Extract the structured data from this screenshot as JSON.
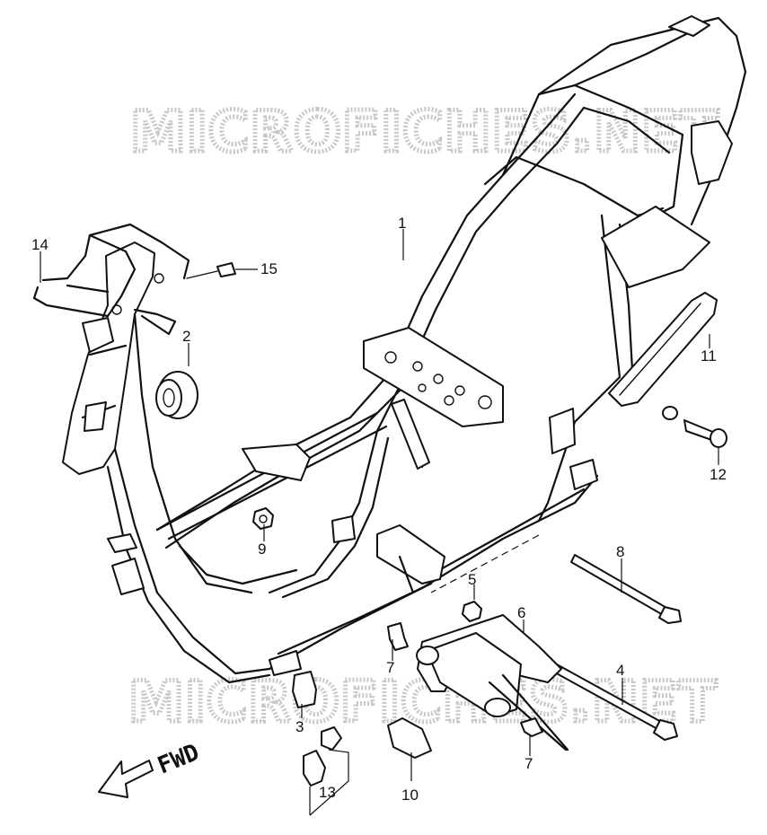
{
  "watermark": {
    "top": "MICROFICHES.NET",
    "bottom": "MICROFICHES.NET"
  },
  "direction_label": "FWD",
  "callouts": [
    "1",
    "2",
    "3",
    "4",
    "5",
    "6",
    "7",
    "7",
    "8",
    "9",
    "10",
    "11",
    "12",
    "13",
    "14",
    "15"
  ]
}
